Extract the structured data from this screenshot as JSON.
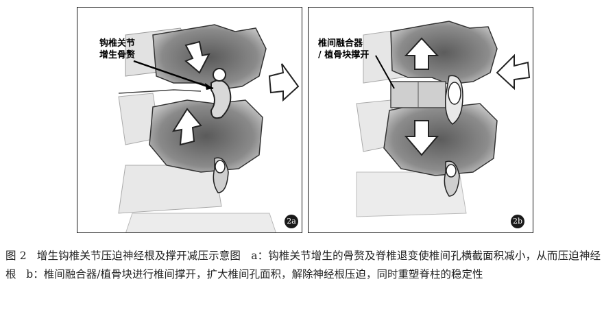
{
  "figure": {
    "panel_a": {
      "label": "钩椎关节\n增生骨赘",
      "label_line1": "钩椎关节",
      "label_line2": "增生骨赘",
      "badge": "2a"
    },
    "panel_b": {
      "label_line1": "椎间融合器",
      "label_line2": "/ 植骨块撑开",
      "badge": "2b"
    }
  },
  "caption": {
    "figure_number": "图 2",
    "title": "增生钩椎关节压迫神经根及撑开减压示意图",
    "part_a": "a：钩椎关节增生的骨赘及脊椎退变使椎间孔横截面积减小，从而压迫神经根",
    "part_b": "b：椎间融合器/植骨块进行椎间撑开，扩大椎间孔面积，解除神经根压迫，同时重塑脊柱的稳定性"
  },
  "colors": {
    "bone_dark": "#6e6e6e",
    "bone_mid": "#9a9a9a",
    "bone_light": "#d4d4d4",
    "outline": "#333333"
  }
}
